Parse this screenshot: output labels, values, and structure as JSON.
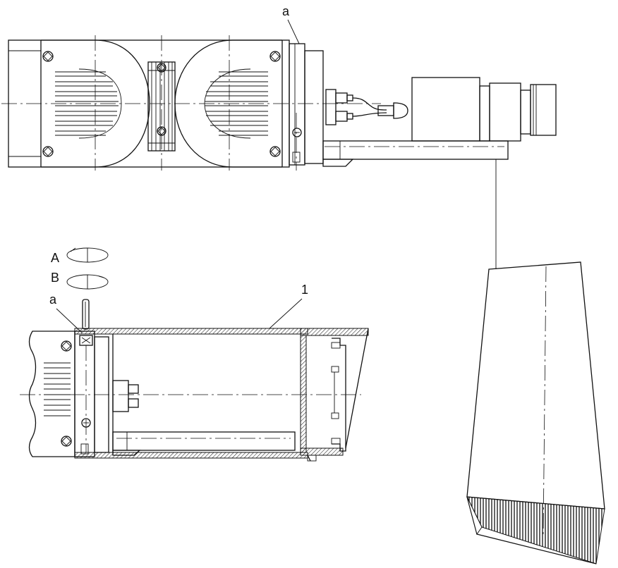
{
  "labels": {
    "top_a": "a",
    "mid_a": "a",
    "A": "A",
    "B": "B",
    "one": "1"
  }
}
